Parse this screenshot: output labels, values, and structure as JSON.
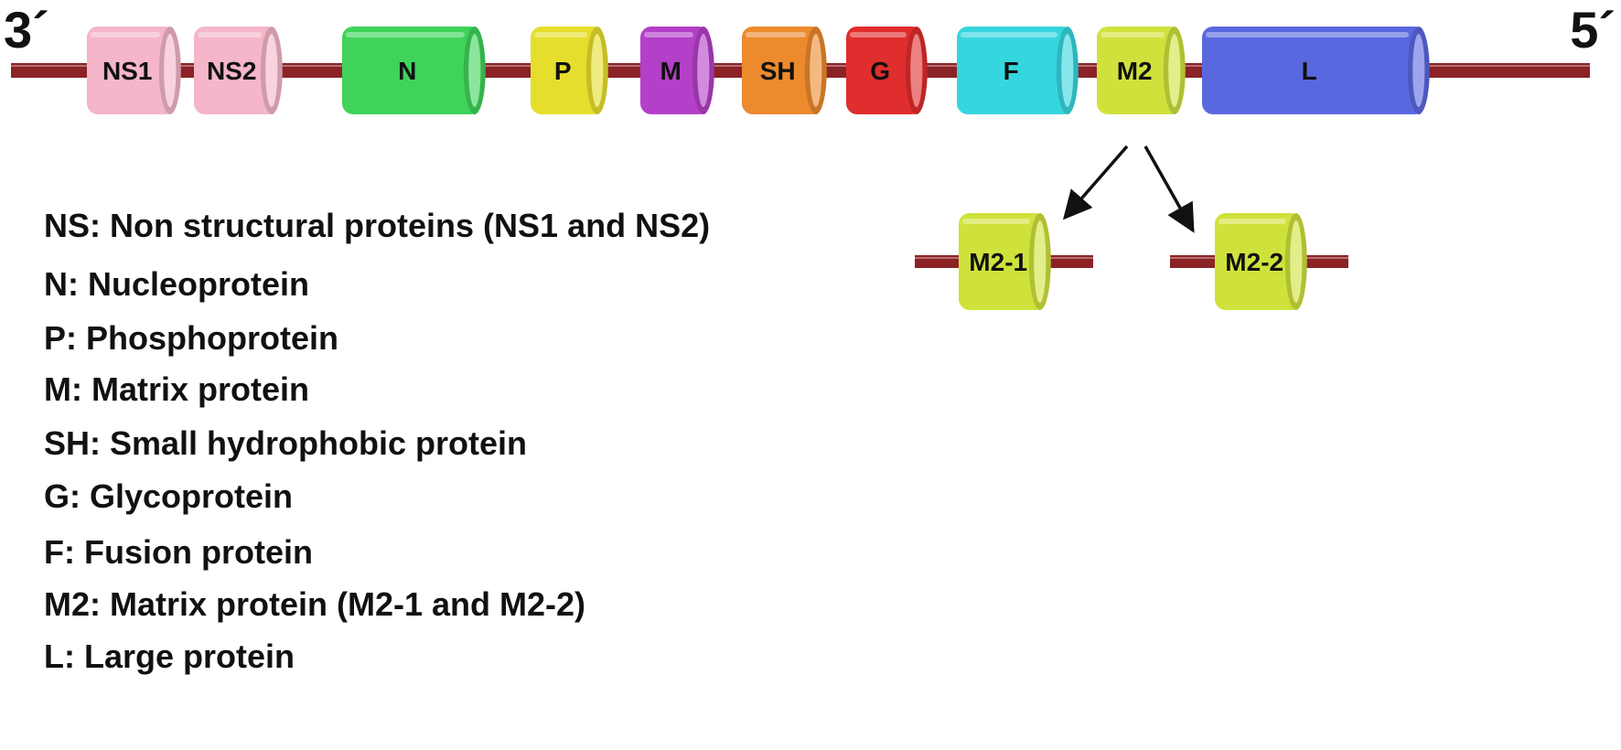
{
  "strand": {
    "left_end": "3´",
    "right_end": "5´",
    "color": "#8b2226"
  },
  "genes": [
    {
      "id": "ns1",
      "label": "NS1",
      "color": "#f4b6c8"
    },
    {
      "id": "ns2",
      "label": "NS2",
      "color": "#f4b6c8"
    },
    {
      "id": "n",
      "label": "N",
      "color": "#3fd35a"
    },
    {
      "id": "p",
      "label": "P",
      "color": "#e6de2c"
    },
    {
      "id": "m",
      "label": "M",
      "color": "#b43fc8"
    },
    {
      "id": "sh",
      "label": "SH",
      "color": "#ec8a2e"
    },
    {
      "id": "g",
      "label": "G",
      "color": "#e02d2d"
    },
    {
      "id": "f",
      "label": "F",
      "color": "#36d6de"
    },
    {
      "id": "m2",
      "label": "M2",
      "color": "#cfe23c"
    },
    {
      "id": "l",
      "label": "L",
      "color": "#5a68e0"
    }
  ],
  "splits": [
    {
      "id": "m2-1",
      "label": "M2-1",
      "color": "#cfe23c"
    },
    {
      "id": "m2-2",
      "label": "M2-2",
      "color": "#cfe23c"
    }
  ],
  "legend": [
    "NS: Non structural proteins (NS1 and NS2)",
    "N: Nucleoprotein",
    "P: Phosphoprotein",
    "M: Matrix protein",
    "SH: Small hydrophobic protein",
    "G: Glycoprotein",
    "F: Fusion protein",
    "M2: Matrix protein (M2-1 and M2-2)",
    "L: Large protein"
  ]
}
